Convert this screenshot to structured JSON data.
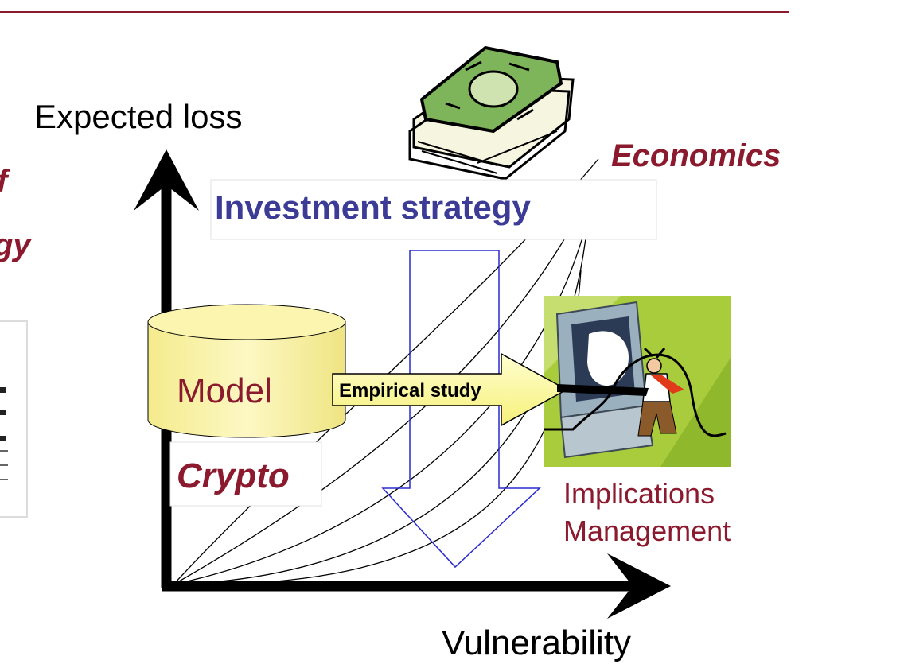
{
  "diagram": {
    "y_axis_label": "Expected loss",
    "x_axis_label": "Vulnerability",
    "economics_label": "Economics",
    "investment_label": "Investment strategy",
    "model_label": "Model",
    "crypto_label": "Crypto",
    "empirical_label": "Empirical study",
    "implications_label": "Implications",
    "management_label": "Management",
    "left_fragment_top": "f",
    "left_fragment_bottom": "gy"
  },
  "colors": {
    "accent_red": "#8b1a2e",
    "strategy_blue": "#3c3c96",
    "arrow_blue": "#2a2ad0",
    "cylinder_fill": "#f8f2a0",
    "callout_fill": "#ffffb8",
    "clipart_green": "#a8cc3a"
  },
  "icons": {
    "money": "money-stack-icon",
    "computer": "frustrated-user-computer-icon"
  }
}
